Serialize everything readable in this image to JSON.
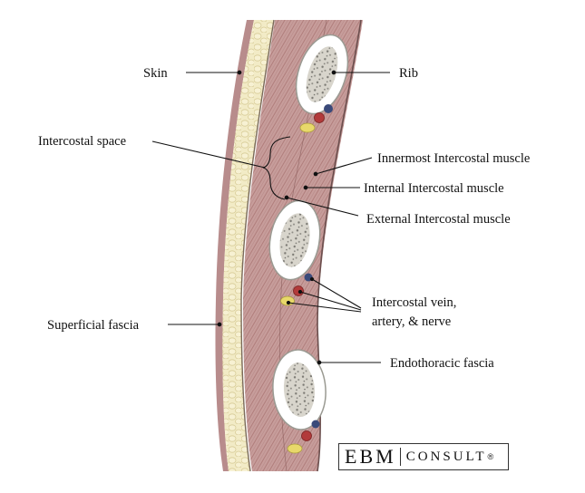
{
  "labels": {
    "skin": "Skin",
    "rib": "Rib",
    "intercostal_space": "Intercostal space",
    "innermost_intercostal": "Innermost Intercostal muscle",
    "internal_intercostal": "Internal Intercostal muscle",
    "external_intercostal": "External Intercostal muscle",
    "vessels_line1": "Intercostal vein,",
    "vessels_line2": "artery, & nerve",
    "superficial_fascia": "Superficial fascia",
    "endothoracic_fascia": "Endothoracic fascia"
  },
  "logo": {
    "brand": "EBM",
    "suffix": "CONSULT",
    "registered": "®"
  },
  "colors": {
    "skin": "#b88c8c",
    "fat": "#f2ebc6",
    "fat_cells": "#ddd1a0",
    "fascia_line": "#7a6a5a",
    "muscle": "#c49a98",
    "muscle_fiber": "#9c6e6c",
    "bone_marrow": "#8c8c8c",
    "artery": "#b23a3a",
    "vein": "#3a4a7a",
    "nerve": "#e8d86a"
  }
}
